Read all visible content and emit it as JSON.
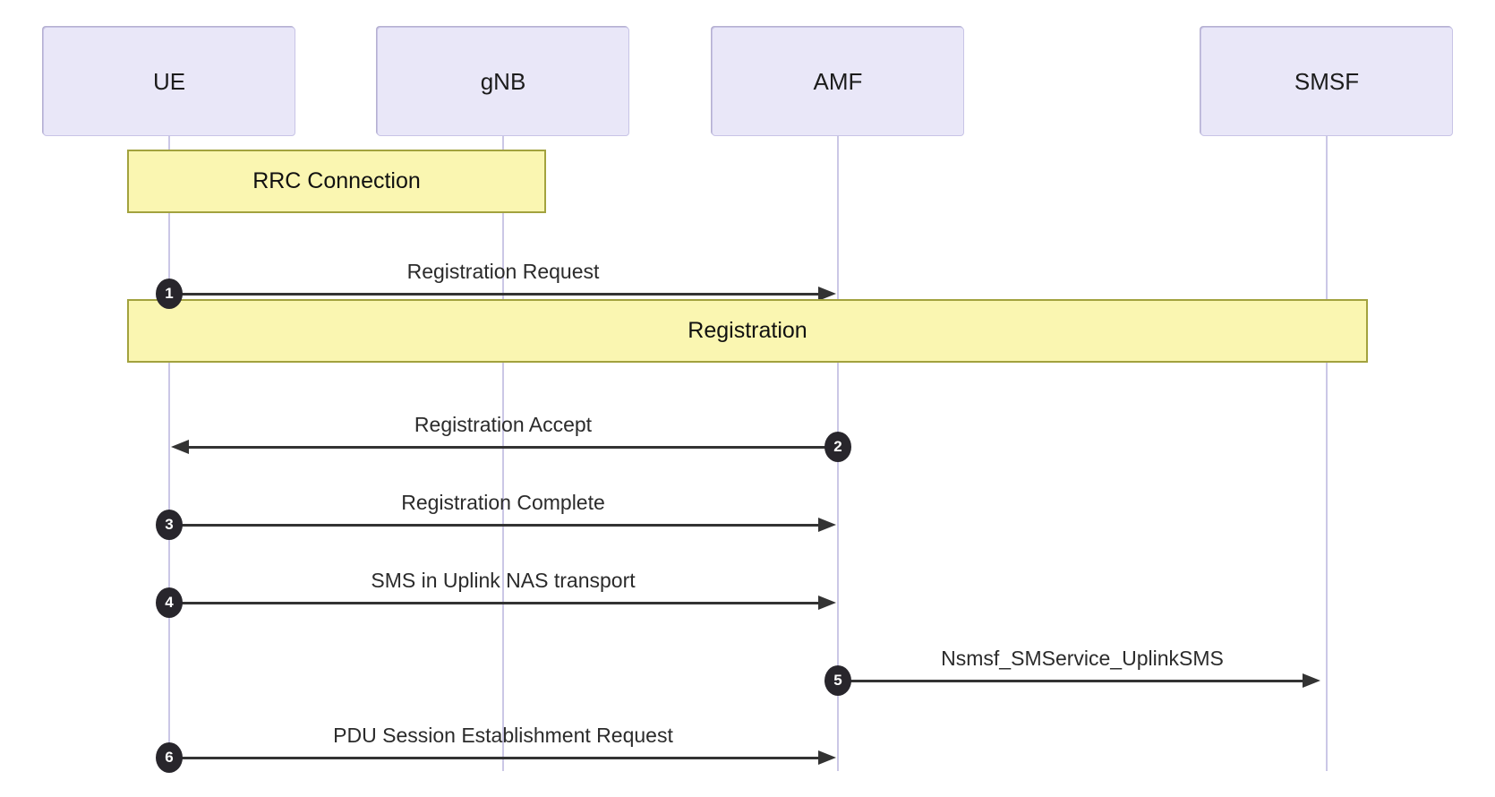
{
  "diagram_type": "sequence-diagram",
  "actors": [
    {
      "id": "UE",
      "label": "UE"
    },
    {
      "id": "gNB",
      "label": "gNB"
    },
    {
      "id": "AMF",
      "label": "AMF"
    },
    {
      "id": "SMSF",
      "label": "SMSF"
    }
  ],
  "notes": [
    {
      "label": "RRC Connection",
      "over": [
        "UE",
        "gNB"
      ]
    },
    {
      "label": "Registration",
      "over": [
        "UE",
        "gNB",
        "AMF",
        "SMSF"
      ]
    }
  ],
  "messages": [
    {
      "seq": "1",
      "label": "Registration Request",
      "from": "UE",
      "to": "AMF",
      "direction": "right"
    },
    {
      "seq": "2",
      "label": "Registration Accept",
      "from": "AMF",
      "to": "UE",
      "direction": "left"
    },
    {
      "seq": "3",
      "label": "Registration Complete",
      "from": "UE",
      "to": "AMF",
      "direction": "right"
    },
    {
      "seq": "4",
      "label": "SMS in Uplink NAS transport",
      "from": "UE",
      "to": "AMF",
      "direction": "right"
    },
    {
      "seq": "5",
      "label": "Nsmsf_SMService_UplinkSMS",
      "from": "AMF",
      "to": "SMSF",
      "direction": "right"
    },
    {
      "seq": "6",
      "label": "PDU Session Establishment Request",
      "from": "UE",
      "to": "AMF",
      "direction": "right"
    }
  ],
  "colors": {
    "background": "#ffffff",
    "actor_fill": "#e9e7f8",
    "actor_border": "#c8c4e6",
    "lifeline": "#cbc7e6",
    "note_fill": "#faf6b1",
    "note_border": "#a2a23e",
    "arrow": "#333333",
    "seq_badge_bg": "#28262c",
    "seq_badge_text": "#ffffff"
  }
}
